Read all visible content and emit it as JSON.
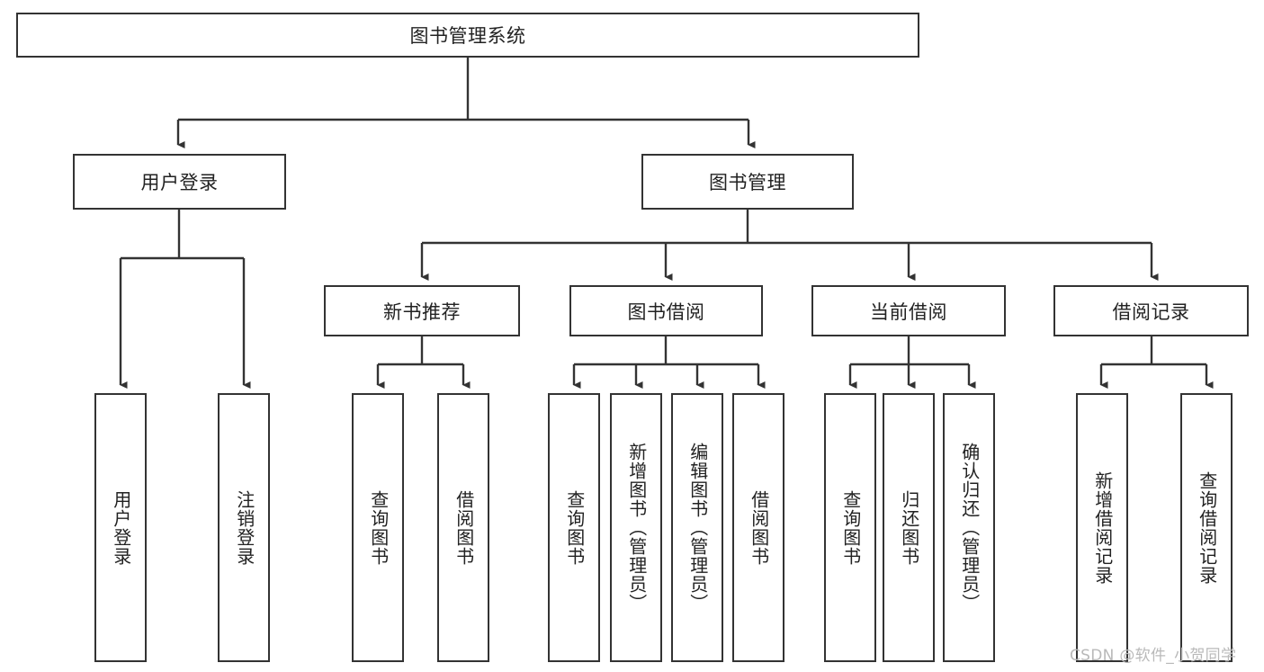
{
  "diagram": {
    "title": "图书管理系统",
    "type": "tree-hierarchy",
    "watermark": "CSDN @软件_小贺同学",
    "line_color": "#333333",
    "box_fill": "#ffffff",
    "text_color": "#222222"
  },
  "root": {
    "label": "图书管理系统"
  },
  "level2": [
    {
      "label": "用户登录"
    },
    {
      "label": "图书管理"
    }
  ],
  "level3": [
    {
      "label": "新书推荐"
    },
    {
      "label": "图书借阅"
    },
    {
      "label": "当前借阅"
    },
    {
      "label": "借阅记录"
    }
  ],
  "leaves": {
    "user_login": [
      {
        "label": "用户登录"
      },
      {
        "label": "注销登录"
      }
    ],
    "new_book_recommend": [
      {
        "label": "查询图书"
      },
      {
        "label": "借阅图书"
      }
    ],
    "book_borrow": [
      {
        "label": "查询图书"
      },
      {
        "label": "新增图书（管理员）"
      },
      {
        "label": "编辑图书（管理员）"
      },
      {
        "label": "借阅图书"
      }
    ],
    "current_borrow": [
      {
        "label": "查询图书"
      },
      {
        "label": "归还图书"
      },
      {
        "label": "确认归还（管理员）"
      }
    ],
    "borrow_record": [
      {
        "label": "新增借阅记录"
      },
      {
        "label": "查询借阅记录"
      }
    ]
  }
}
